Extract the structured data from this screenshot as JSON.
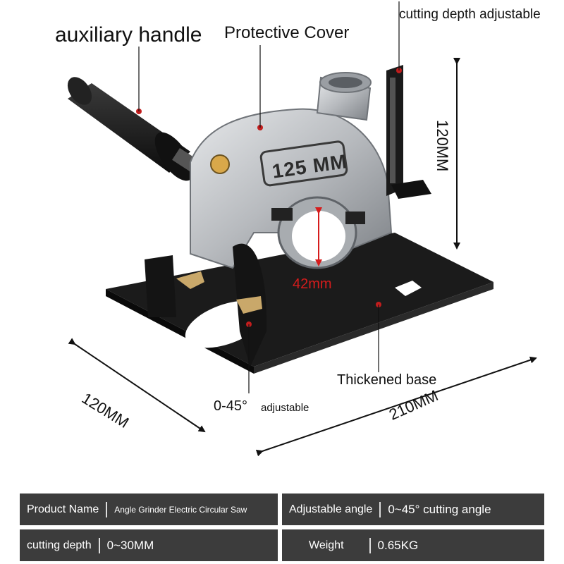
{
  "labels": {
    "auxiliary_handle": "auxiliary handle",
    "protective_cover": "Protective  Cover",
    "cutting_depth_adjustable": "cutting depth adjustable",
    "vertical_dimension": "120MM",
    "left_dimension": "120MM",
    "base_dimension": "210MM",
    "thickened_base": "Thickened base",
    "angle_main": "0-45°",
    "angle_sub": "adjustable",
    "opening": "42mm",
    "cover_marking": "125 MM"
  },
  "specs": {
    "row1": {
      "key1": "Product Name",
      "val1": "Angle Grinder Electric Circular Saw",
      "key2": "Adjustable angle",
      "val2": "0~45°   cutting angle"
    },
    "row2": {
      "key1": "cutting depth",
      "val1": "0~30MM",
      "key2": "Weight",
      "val2": "0.65KG"
    }
  },
  "colors": {
    "marker": "#c21d1d",
    "spec_bg": "#3c3c3c",
    "metal": "#b9bcc0",
    "base": "#1b1b1b"
  }
}
